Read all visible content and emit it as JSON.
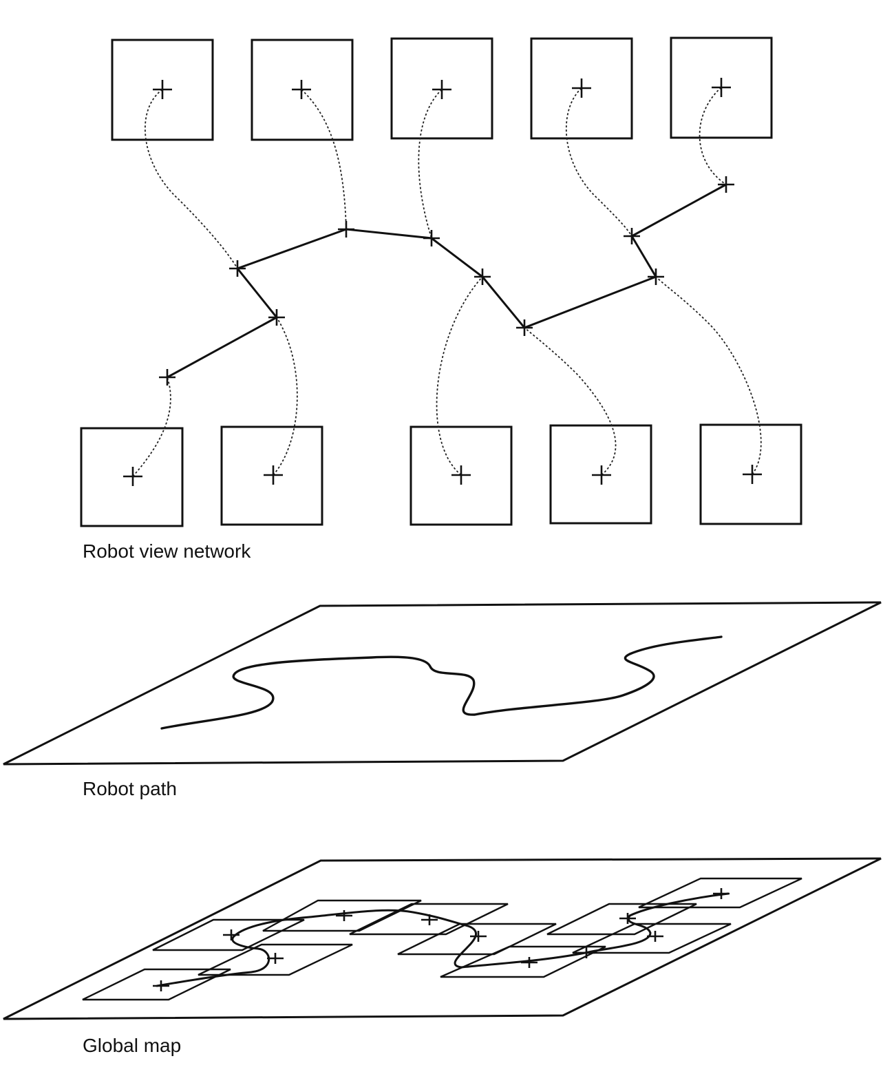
{
  "captions": {
    "network": "Robot view network",
    "path": "Robot path",
    "map": "Global map"
  }
}
